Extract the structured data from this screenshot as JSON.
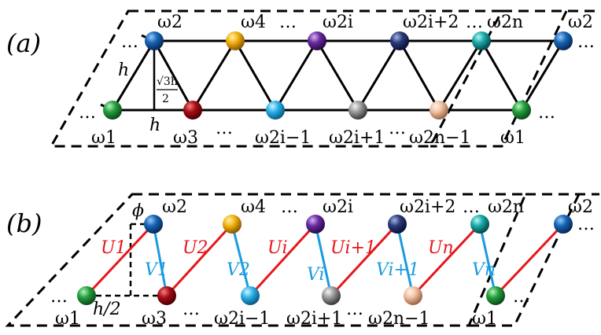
{
  "panel_a": {
    "label": "(a)",
    "top_labels": [
      "ω2",
      "ω4",
      "…",
      "ω2i",
      "ω2i+2",
      "…",
      "ω2n",
      "ω2"
    ],
    "bottom_labels": [
      "ω1",
      "ω3",
      "…",
      "ω2i−1",
      "ω2i+1",
      "…",
      "ω2n−1",
      "ω1"
    ],
    "h_left": "h",
    "h_bottom": "h",
    "height_num": "√3h",
    "height_den": "2",
    "ellipsis": "…"
  },
  "panel_b": {
    "label": "(b)",
    "top_labels": [
      "ω2",
      "ω4",
      "…",
      "ω2i",
      "ω2i+2",
      "…",
      "ω2n",
      "ω2"
    ],
    "bottom_labels": [
      "ω1",
      "ω3",
      "…",
      "ω2i−1",
      "ω2i+1",
      "…",
      "ω2n−1",
      "ω1"
    ],
    "phi": "ϕ",
    "half_h": "h/2",
    "U_labels": [
      "U1",
      "U2",
      "Ui",
      "Ui+1",
      "Un"
    ],
    "V_labels": [
      "V1",
      "V2",
      "Vi",
      "Vi+1",
      "Vn"
    ],
    "ellipsis": "…"
  },
  "colors": {
    "sphere_green": "#22a03c",
    "sphere_blue": "#1465b8",
    "sphere_yellow": "#f2b10e",
    "sphere_darkred": "#a80c14",
    "sphere_purple": "#6a2aa0",
    "sphere_cyan": "#2ab0e8",
    "sphere_navy": "#2a3a78",
    "sphere_gray": "#9a9a9a",
    "sphere_teal": "#1aa8a8",
    "sphere_peach": "#f0c0a0",
    "bond_red": "#e6161b",
    "bond_blue": "#1a9be0"
  }
}
